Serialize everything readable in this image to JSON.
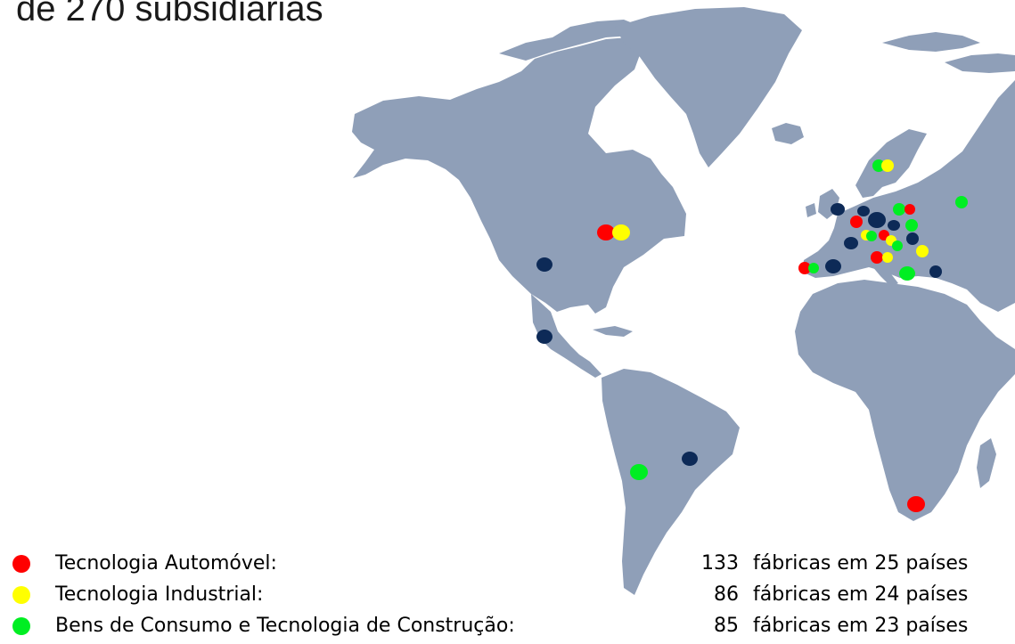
{
  "title": "de 270 subsidiárias",
  "colors": {
    "land": "#8f9fb8",
    "automotive": "#ff0000",
    "industrial": "#ffff00",
    "consumer": "#00ee22",
    "other": "#0d2a57"
  },
  "legend": [
    {
      "label": "Tecnologia Automóvel:",
      "count": "133",
      "detail": "fábricas em 25 países",
      "color_key": "automotive"
    },
    {
      "label": "Tecnologia Industrial:",
      "count": "86",
      "detail": "fábricas em 24 países",
      "color_key": "industrial"
    },
    {
      "label": "Bens de Consumo e Tecnologia de Construção:",
      "count": "85",
      "detail": "fábricas em 23 países",
      "color_key": "consumer"
    }
  ],
  "map": {
    "regions": [
      "north-america",
      "greenland",
      "central-america",
      "south-america",
      "europe",
      "scandinavia",
      "british-isles",
      "iceland",
      "africa",
      "madagascar",
      "asia"
    ],
    "markers": [
      {
        "region": "north-america",
        "type": "automotive"
      },
      {
        "region": "north-america",
        "type": "industrial"
      },
      {
        "region": "north-america",
        "type": "other"
      },
      {
        "region": "central-america",
        "type": "other"
      },
      {
        "region": "south-america",
        "type": "other"
      },
      {
        "region": "south-america",
        "type": "consumer"
      },
      {
        "region": "scandinavia",
        "type": "consumer"
      },
      {
        "region": "scandinavia",
        "type": "industrial"
      },
      {
        "region": "europe",
        "type": "other"
      },
      {
        "region": "europe",
        "type": "other"
      },
      {
        "region": "europe",
        "type": "other"
      },
      {
        "region": "europe",
        "type": "automotive"
      },
      {
        "region": "europe",
        "type": "consumer"
      },
      {
        "region": "europe",
        "type": "automotive"
      },
      {
        "region": "europe",
        "type": "other"
      },
      {
        "region": "europe",
        "type": "consumer"
      },
      {
        "region": "europe",
        "type": "industrial"
      },
      {
        "region": "europe",
        "type": "automotive"
      },
      {
        "region": "europe",
        "type": "industrial"
      },
      {
        "region": "europe",
        "type": "consumer"
      },
      {
        "region": "europe",
        "type": "other"
      },
      {
        "region": "europe",
        "type": "consumer"
      },
      {
        "region": "europe",
        "type": "other"
      },
      {
        "region": "europe",
        "type": "industrial"
      },
      {
        "region": "europe",
        "type": "automotive"
      },
      {
        "region": "europe",
        "type": "industrial"
      },
      {
        "region": "europe",
        "type": "consumer"
      },
      {
        "region": "europe",
        "type": "other"
      },
      {
        "region": "europe",
        "type": "automotive"
      },
      {
        "region": "europe",
        "type": "consumer"
      },
      {
        "region": "europe",
        "type": "other"
      },
      {
        "region": "asia",
        "type": "consumer"
      },
      {
        "region": "africa",
        "type": "automotive"
      }
    ]
  }
}
